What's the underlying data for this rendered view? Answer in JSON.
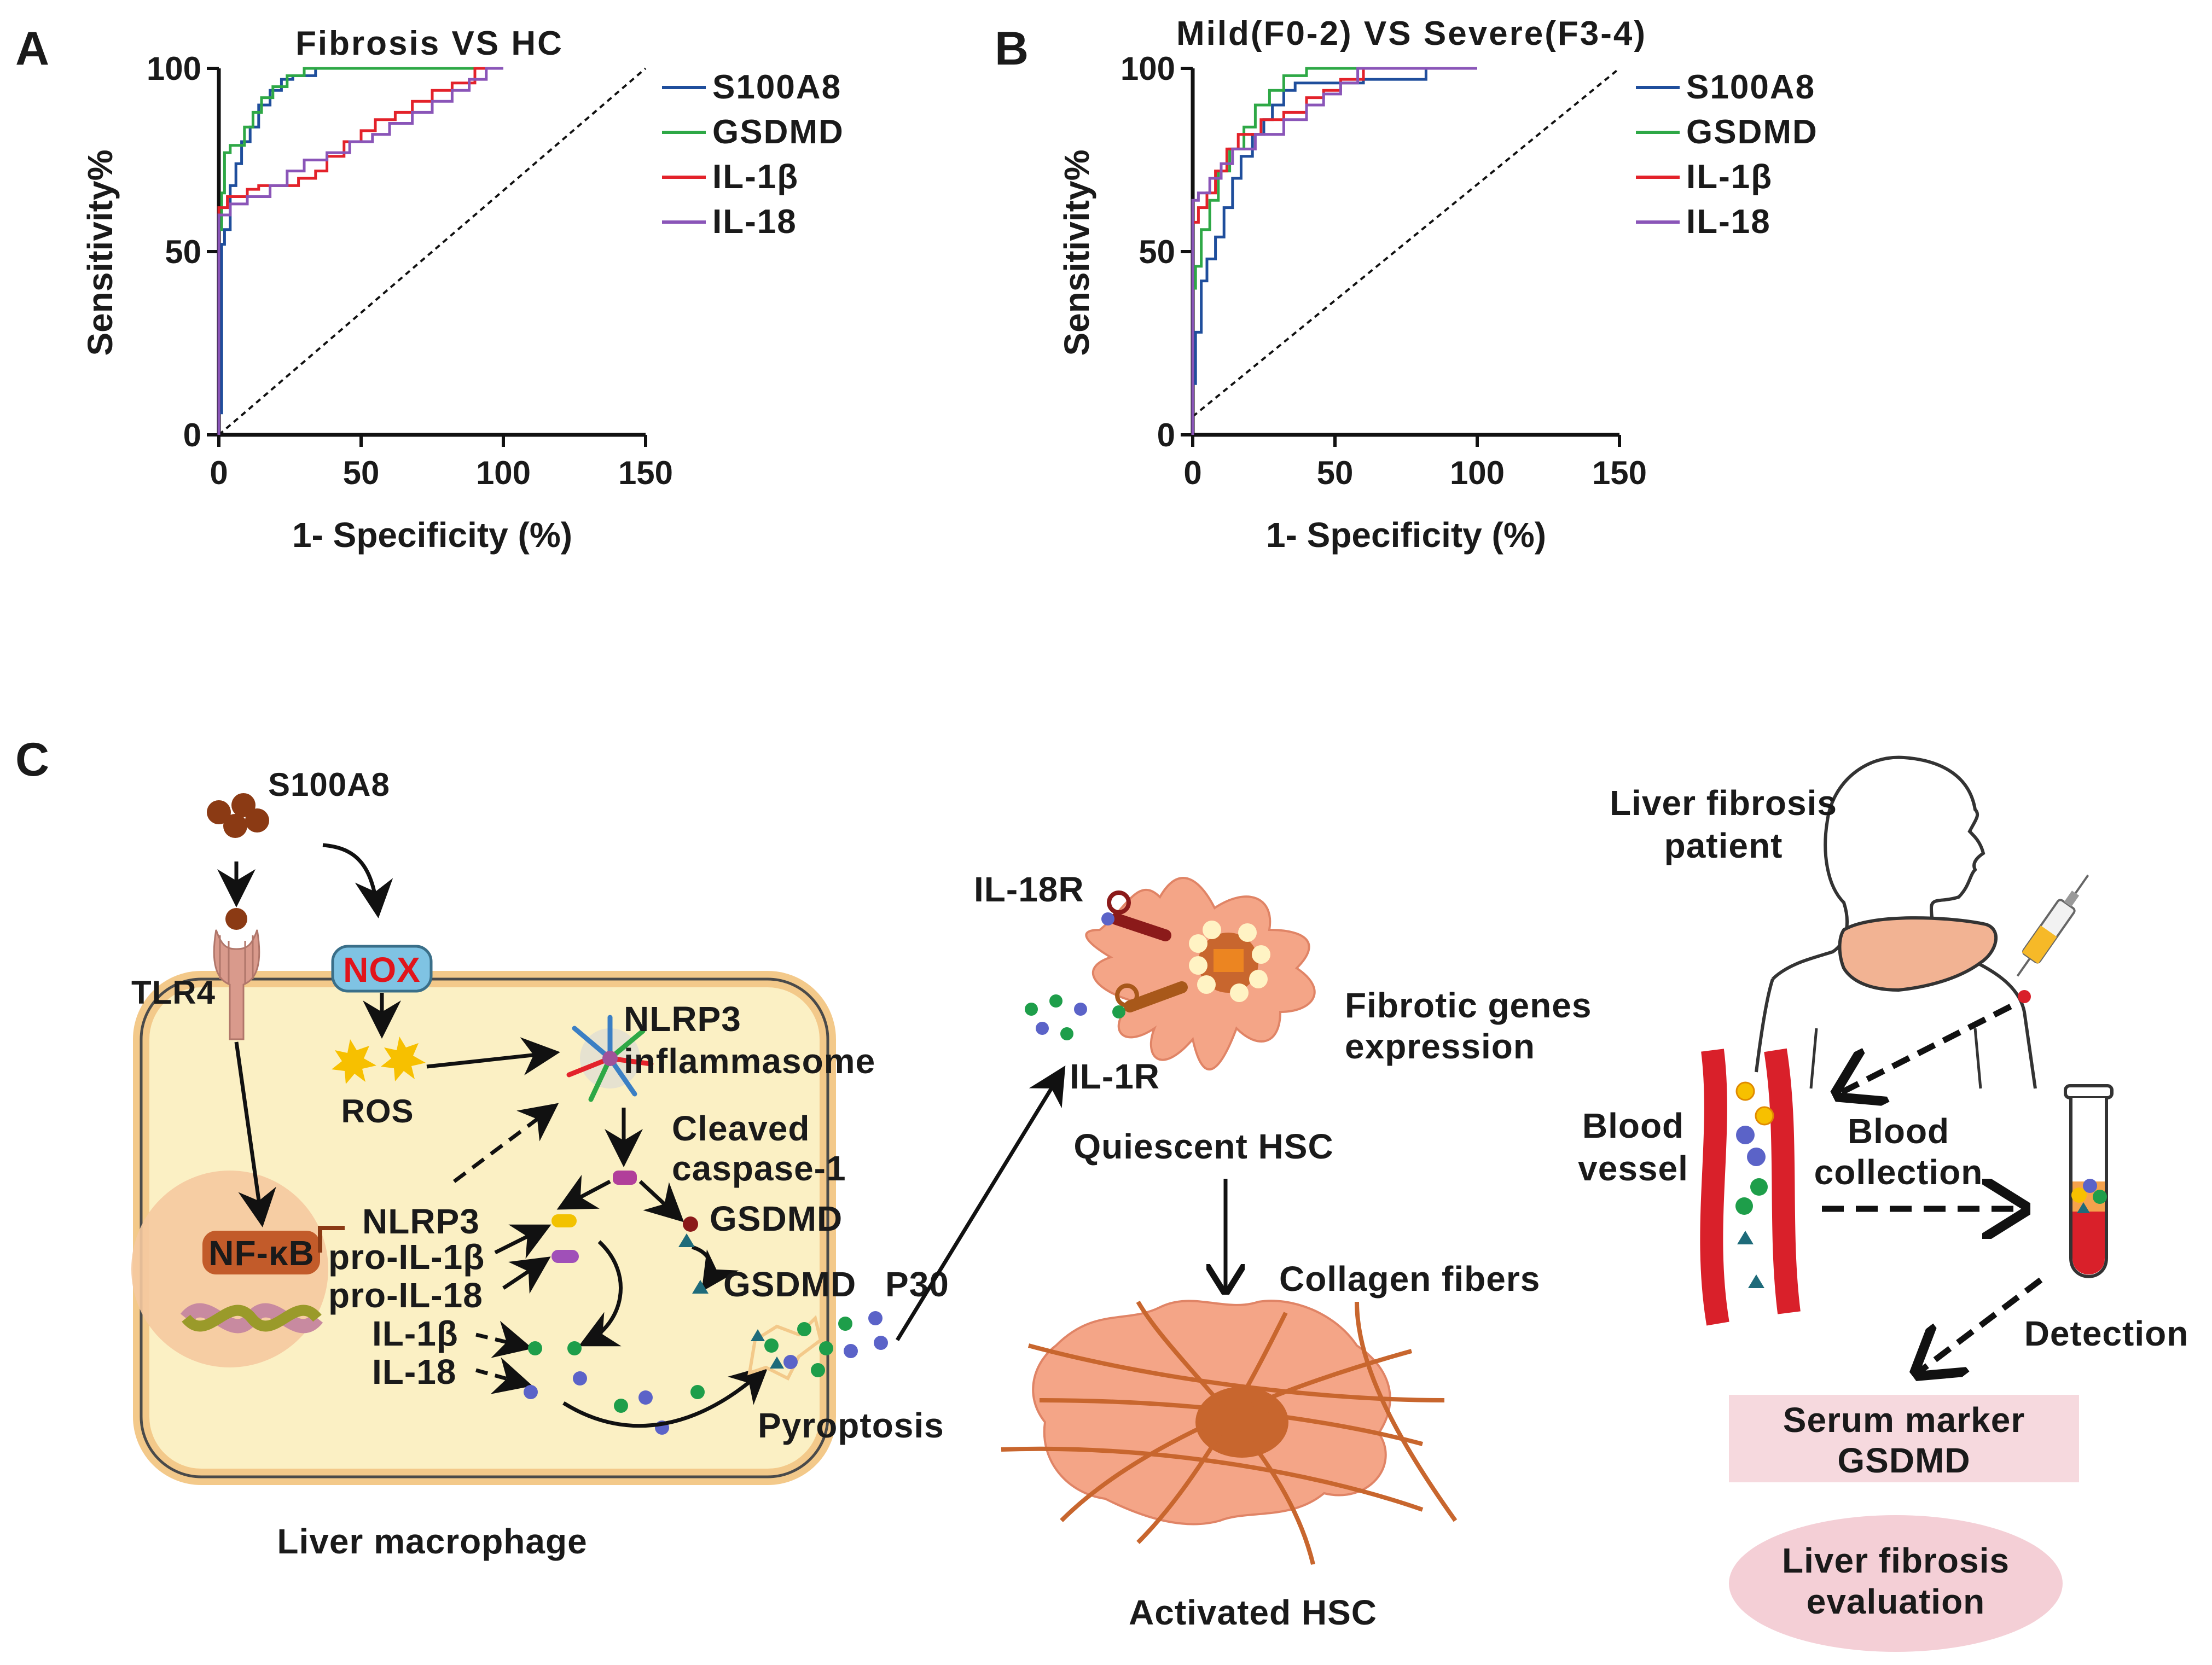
{
  "panels": {
    "a": "A",
    "b": "B",
    "c": "C"
  },
  "series_colors": {
    "S100A8": "#1f4e9c",
    "GSDMD": "#2ea846",
    "IL-1β": "#e3222a",
    "IL-18": "#8a55b8"
  },
  "chart_data": [
    {
      "type": "line",
      "title": "Fibrosis  VS  HC",
      "xlabel": "1- Specificity (%)",
      "ylabel": "Sensitivity%",
      "xlim": [
        0,
        150
      ],
      "ylim": [
        0,
        100
      ],
      "xticks": [
        "0",
        "50",
        "100",
        "150"
      ],
      "yticks": [
        "0",
        "50",
        "100"
      ],
      "reference_line": [
        [
          0,
          0
        ],
        [
          150,
          100
        ]
      ],
      "legend_position": "right",
      "series": [
        {
          "name": "S100A8",
          "points": [
            [
              0,
              0
            ],
            [
              0,
              6
            ],
            [
              1,
              6
            ],
            [
              1,
              52
            ],
            [
              2,
              52
            ],
            [
              2,
              56
            ],
            [
              4,
              56
            ],
            [
              4,
              68
            ],
            [
              6,
              68
            ],
            [
              6,
              74
            ],
            [
              8,
              74
            ],
            [
              8,
              80
            ],
            [
              11,
              80
            ],
            [
              11,
              84
            ],
            [
              14,
              84
            ],
            [
              14,
              90
            ],
            [
              18,
              90
            ],
            [
              18,
              94
            ],
            [
              22,
              94
            ],
            [
              22,
              97
            ],
            [
              26,
              97
            ],
            [
              26,
              98
            ],
            [
              34,
              98
            ],
            [
              34,
              100
            ],
            [
              100,
              100
            ]
          ]
        },
        {
          "name": "GSDMD",
          "points": [
            [
              0,
              0
            ],
            [
              0,
              56
            ],
            [
              1,
              56
            ],
            [
              1,
              66
            ],
            [
              2,
              66
            ],
            [
              2,
              77
            ],
            [
              4,
              77
            ],
            [
              4,
              79
            ],
            [
              9,
              79
            ],
            [
              9,
              84
            ],
            [
              12,
              84
            ],
            [
              12,
              88
            ],
            [
              15,
              88
            ],
            [
              15,
              92
            ],
            [
              19,
              92
            ],
            [
              19,
              95
            ],
            [
              24,
              95
            ],
            [
              24,
              98
            ],
            [
              30,
              98
            ],
            [
              30,
              100
            ],
            [
              100,
              100
            ]
          ]
        },
        {
          "name": "IL-1β",
          "points": [
            [
              0,
              0
            ],
            [
              0,
              62
            ],
            [
              3,
              62
            ],
            [
              3,
              65
            ],
            [
              10,
              65
            ],
            [
              10,
              67
            ],
            [
              14,
              67
            ],
            [
              14,
              68
            ],
            [
              28,
              68
            ],
            [
              28,
              70
            ],
            [
              34,
              70
            ],
            [
              34,
              72
            ],
            [
              38,
              72
            ],
            [
              38,
              76
            ],
            [
              44,
              76
            ],
            [
              44,
              80
            ],
            [
              50,
              80
            ],
            [
              50,
              83
            ],
            [
              55,
              83
            ],
            [
              55,
              86
            ],
            [
              62,
              86
            ],
            [
              62,
              88
            ],
            [
              68,
              88
            ],
            [
              68,
              91
            ],
            [
              75,
              91
            ],
            [
              75,
              94
            ],
            [
              82,
              94
            ],
            [
              82,
              96
            ],
            [
              90,
              96
            ],
            [
              90,
              100
            ],
            [
              100,
              100
            ]
          ]
        },
        {
          "name": "IL-18",
          "points": [
            [
              0,
              0
            ],
            [
              0,
              60
            ],
            [
              4,
              60
            ],
            [
              4,
              63
            ],
            [
              10,
              63
            ],
            [
              10,
              65
            ],
            [
              18,
              65
            ],
            [
              18,
              68
            ],
            [
              24,
              68
            ],
            [
              24,
              72
            ],
            [
              30,
              72
            ],
            [
              30,
              75
            ],
            [
              38,
              75
            ],
            [
              38,
              77
            ],
            [
              46,
              77
            ],
            [
              46,
              80
            ],
            [
              54,
              80
            ],
            [
              54,
              82
            ],
            [
              60,
              82
            ],
            [
              60,
              85
            ],
            [
              68,
              85
            ],
            [
              68,
              88
            ],
            [
              75,
              88
            ],
            [
              75,
              91
            ],
            [
              82,
              91
            ],
            [
              82,
              94
            ],
            [
              88,
              94
            ],
            [
              88,
              97
            ],
            [
              94,
              97
            ],
            [
              94,
              100
            ],
            [
              100,
              100
            ]
          ]
        }
      ]
    },
    {
      "type": "line",
      "title": "Mild(F0-2)  VS  Severe(F3-4)",
      "xlabel": "1- Specificity (%)",
      "ylabel": "Sensitivity%",
      "xlim": [
        0,
        150
      ],
      "ylim": [
        0,
        100
      ],
      "xticks": [
        "0",
        "50",
        "100",
        "150"
      ],
      "yticks": [
        "0",
        "50",
        "100"
      ],
      "reference_line": [
        [
          0,
          5
        ],
        [
          150,
          100
        ]
      ],
      "legend_position": "right",
      "series": [
        {
          "name": "S100A8",
          "points": [
            [
              0,
              0
            ],
            [
              0,
              14
            ],
            [
              1,
              14
            ],
            [
              1,
              28
            ],
            [
              3,
              28
            ],
            [
              3,
              42
            ],
            [
              5,
              42
            ],
            [
              5,
              48
            ],
            [
              8,
              48
            ],
            [
              8,
              54
            ],
            [
              11,
              54
            ],
            [
              11,
              62
            ],
            [
              14,
              62
            ],
            [
              14,
              70
            ],
            [
              17,
              70
            ],
            [
              17,
              76
            ],
            [
              21,
              76
            ],
            [
              21,
              82
            ],
            [
              25,
              82
            ],
            [
              25,
              86
            ],
            [
              28,
              86
            ],
            [
              28,
              90
            ],
            [
              32,
              90
            ],
            [
              32,
              94
            ],
            [
              36,
              94
            ],
            [
              36,
              96
            ],
            [
              60,
              96
            ],
            [
              60,
              97
            ],
            [
              82,
              97
            ],
            [
              82,
              100
            ],
            [
              100,
              100
            ]
          ]
        },
        {
          "name": "GSDMD",
          "points": [
            [
              0,
              0
            ],
            [
              0,
              40
            ],
            [
              1,
              40
            ],
            [
              1,
              46
            ],
            [
              3,
              46
            ],
            [
              3,
              56
            ],
            [
              6,
              56
            ],
            [
              6,
              64
            ],
            [
              9,
              64
            ],
            [
              9,
              72
            ],
            [
              13,
              72
            ],
            [
              13,
              78
            ],
            [
              18,
              78
            ],
            [
              18,
              84
            ],
            [
              22,
              84
            ],
            [
              22,
              90
            ],
            [
              27,
              90
            ],
            [
              27,
              94
            ],
            [
              32,
              94
            ],
            [
              32,
              98
            ],
            [
              40,
              98
            ],
            [
              40,
              100
            ],
            [
              100,
              100
            ]
          ]
        },
        {
          "name": "IL-1β",
          "points": [
            [
              0,
              0
            ],
            [
              0,
              58
            ],
            [
              2,
              58
            ],
            [
              2,
              62
            ],
            [
              5,
              62
            ],
            [
              5,
              66
            ],
            [
              8,
              66
            ],
            [
              8,
              72
            ],
            [
              12,
              72
            ],
            [
              12,
              78
            ],
            [
              16,
              78
            ],
            [
              16,
              82
            ],
            [
              24,
              82
            ],
            [
              24,
              86
            ],
            [
              32,
              86
            ],
            [
              32,
              88
            ],
            [
              40,
              88
            ],
            [
              40,
              92
            ],
            [
              46,
              92
            ],
            [
              46,
              94
            ],
            [
              52,
              94
            ],
            [
              52,
              97
            ],
            [
              60,
              97
            ],
            [
              60,
              100
            ],
            [
              100,
              100
            ]
          ]
        },
        {
          "name": "IL-18",
          "points": [
            [
              0,
              0
            ],
            [
              0,
              64
            ],
            [
              2,
              64
            ],
            [
              2,
              66
            ],
            [
              6,
              66
            ],
            [
              6,
              70
            ],
            [
              10,
              70
            ],
            [
              10,
              74
            ],
            [
              14,
              74
            ],
            [
              14,
              78
            ],
            [
              22,
              78
            ],
            [
              22,
              82
            ],
            [
              32,
              82
            ],
            [
              32,
              86
            ],
            [
              40,
              86
            ],
            [
              40,
              90
            ],
            [
              46,
              90
            ],
            [
              46,
              93
            ],
            [
              52,
              93
            ],
            [
              52,
              96
            ],
            [
              58,
              96
            ],
            [
              58,
              100
            ],
            [
              100,
              100
            ]
          ]
        }
      ]
    }
  ],
  "diagram": {
    "s100a8": "S100A8",
    "tlr4": "TLR4",
    "nox": "NOX",
    "ros": "ROS",
    "nlrp3_1": "NLRP3",
    "nlrp3_2": "inflammasome",
    "cleaved_1": "Cleaved",
    "cleaved_2": "caspase-1",
    "gsdmd": "GSDMD",
    "gsdmd_p30": "GSDMD",
    "p30": "P30",
    "nfkb": "NF-κB",
    "nlrp3": "NLRP3",
    "pro_il1b": "pro-IL-1β",
    "pro_il18": "pro-IL-18",
    "il1b": "IL-1β",
    "il18": "IL-18",
    "pyroptosis": "Pyroptosis",
    "macrophage": "Liver macrophage",
    "il18r": "IL-18R",
    "il1r": "IL-1R",
    "fibrotic_1": "Fibrotic genes",
    "fibrotic_2": "expression",
    "quiescent": "Quiescent HSC",
    "collagen": "Collagen fibers",
    "activated": "Activated HSC",
    "patient_1": "Liver fibrosis",
    "patient_2": "patient",
    "blood_vessel_1": "Blood",
    "blood_vessel_2": "vessel",
    "blood_collection_1": "Blood",
    "blood_collection_2": "collection",
    "detection": "Detection",
    "serum_1": "Serum marker",
    "serum_2": "GSDMD",
    "evaluation_1": "Liver fibrosis",
    "evaluation_2": "evaluation"
  },
  "diagram_colors": {
    "cell_fill": "#fbf0c4",
    "cell_border": "#f3c98a",
    "nucleus_fill": "#f5c9a0",
    "s100a8": "#8b3a14",
    "tlr4": "#d99a8c",
    "nox_fill": "#7fc3e3",
    "nox_text": "#e1141b",
    "ros": "#f7c000",
    "hsc_fill": "#f4a587",
    "hsc_core": "#c8662e",
    "vessel": "#d9202a",
    "liver": "#f2b393",
    "serum_box": "#f6d9de",
    "evaluation_oval": "#f4cfd6",
    "dot_green": "#1e9e4a",
    "dot_blue": "#5b63c8",
    "triangle": "#1e6b7a"
  }
}
